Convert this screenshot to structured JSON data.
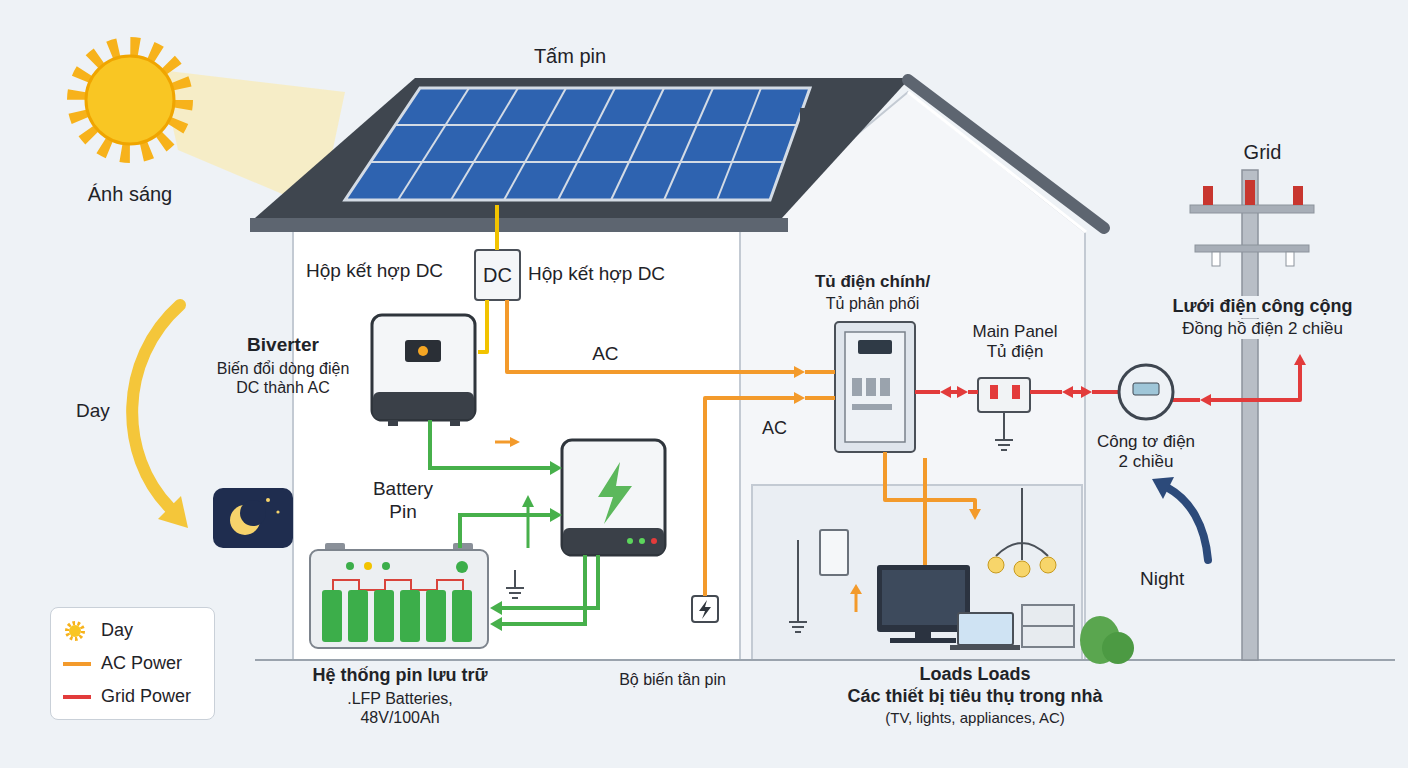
{
  "diagram": {
    "nodes": [
      {
        "text": [
          "Ánh sáng"
        ]
      },
      {
        "text": [
          "Tấm pin"
        ]
      },
      {
        "text": [
          "DC",
          "Hộp kết hợp DC"
        ]
      },
      {
        "text": [
          "Biverter",
          "Biến đổi dòng điện DC thành AC"
        ]
      },
      {
        "text": [
          "Hệ thống pin lưu trữ",
          ".LFP Batteries, 48V/100Ah"
        ]
      },
      {
        "text": [
          "Bộ biến tần pin"
        ]
      },
      {
        "text": [
          "Tủ điện chính/",
          "Tủ phân phối"
        ]
      },
      {
        "text": [
          "Main Panel Tủ điện"
        ]
      },
      {
        "text": [
          "Công tơ điện 2 chiều"
        ]
      },
      {
        "text": [
          "Grid",
          "Lưới điện công cộng",
          "Đồng hồ điện 2 chiều"
        ]
      },
      {
        "text": [
          "Loads Loads",
          "Các thiết bị tiêu thụ trong nhà",
          "(TV, lights, appliances, AC)"
        ]
      }
    ],
    "edges": [
      {
        "from": 1,
        "to": 2,
        "arrow": "none"
      },
      {
        "from": 2,
        "to": 3,
        "arrow": "none"
      },
      {
        "from": 2,
        "to": 6,
        "label": "AC",
        "arrow": "to"
      },
      {
        "from": 5,
        "to": 6,
        "arrow": "to"
      },
      {
        "from": 6,
        "to": 7,
        "arrow": "both"
      },
      {
        "from": 7,
        "to": 8,
        "arrow": "both"
      },
      {
        "from": 8,
        "to": 9,
        "arrow": "both"
      },
      {
        "from": 6,
        "to": 10,
        "arrow": "to"
      }
    ],
    "labels": [
      "Hộp kết hợp DC",
      "AC",
      "Day",
      "Battery Pin",
      "Night"
    ],
    "legend": [
      {
        "text": "Day"
      },
      {
        "text": "AC Power"
      },
      {
        "text": "Grid Power"
      }
    ]
  }
}
